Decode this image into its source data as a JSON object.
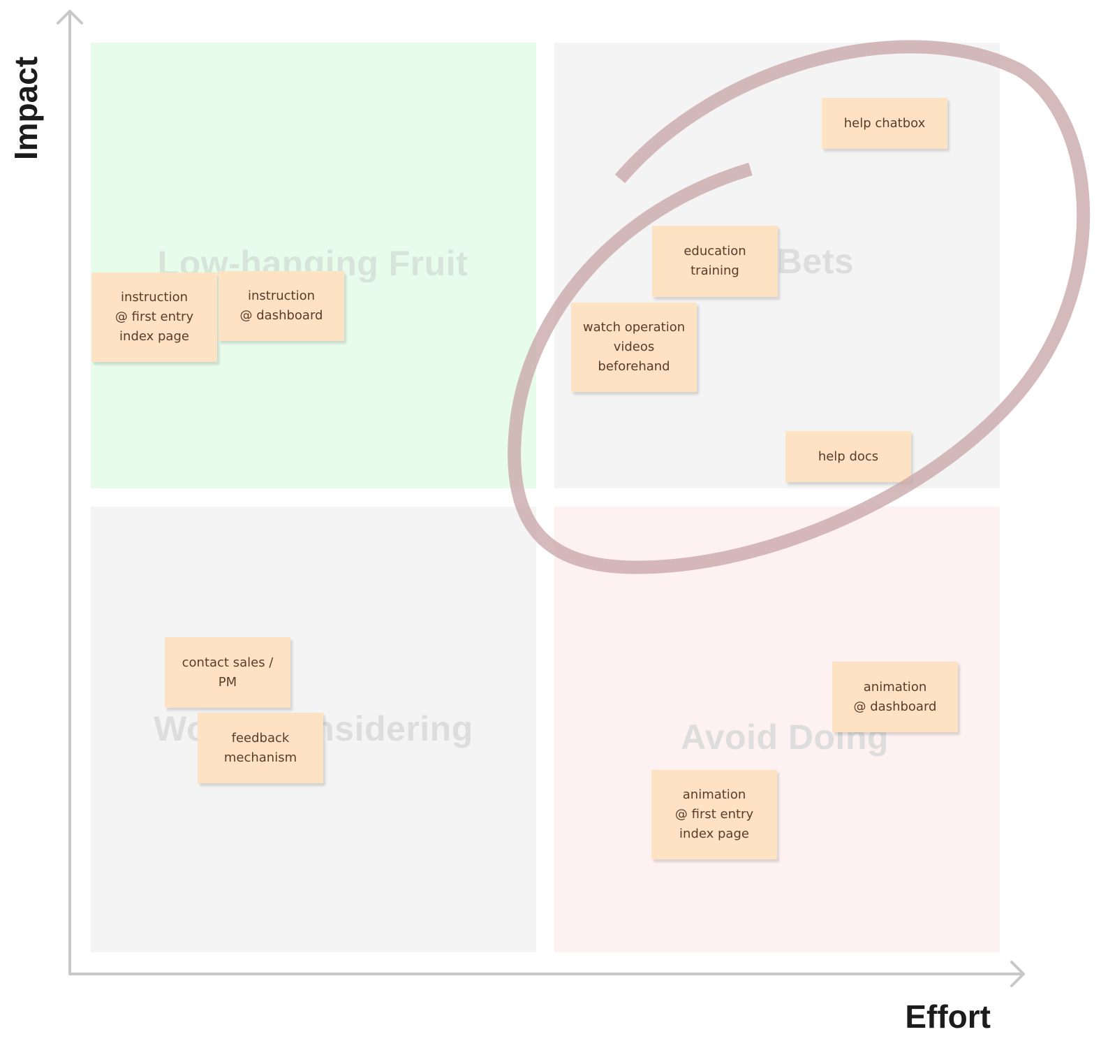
{
  "colors": {
    "low_hanging_bg": "#e8fcec",
    "big_bets_bg": "#f4f4f4",
    "worth_considering_bg": "#f4f4f4",
    "avoid_doing_bg": "#fdf1f1",
    "sticky_bg": "#fde3c4",
    "sticky_text": "#5c3a28",
    "axis": "#c8c8c8",
    "highlight_loop": "#c9a6a9"
  },
  "axes": {
    "x_label": "Effort",
    "y_label": "Impact"
  },
  "quadrants": {
    "top_left": {
      "title": "Low-hanging Fruit"
    },
    "top_right": {
      "title": "Bets"
    },
    "bottom_left": {
      "title": "Worth Considering"
    },
    "bottom_right": {
      "title": "Avoid Doing"
    }
  },
  "stickies": [
    {
      "text": "instruction\n@ first entry\nindex page"
    },
    {
      "text": "instruction\n@ dashboard"
    },
    {
      "text": "help chatbox"
    },
    {
      "text": "education\ntraining"
    },
    {
      "text": "watch operation\nvideos\nbeforehand"
    },
    {
      "text": "help docs"
    },
    {
      "text": "contact sales /\nPM"
    },
    {
      "text": "feedback\nmechanism"
    },
    {
      "text": "animation\n@ dashboard"
    },
    {
      "text": "animation\n@ first entry\nindex page"
    }
  ]
}
